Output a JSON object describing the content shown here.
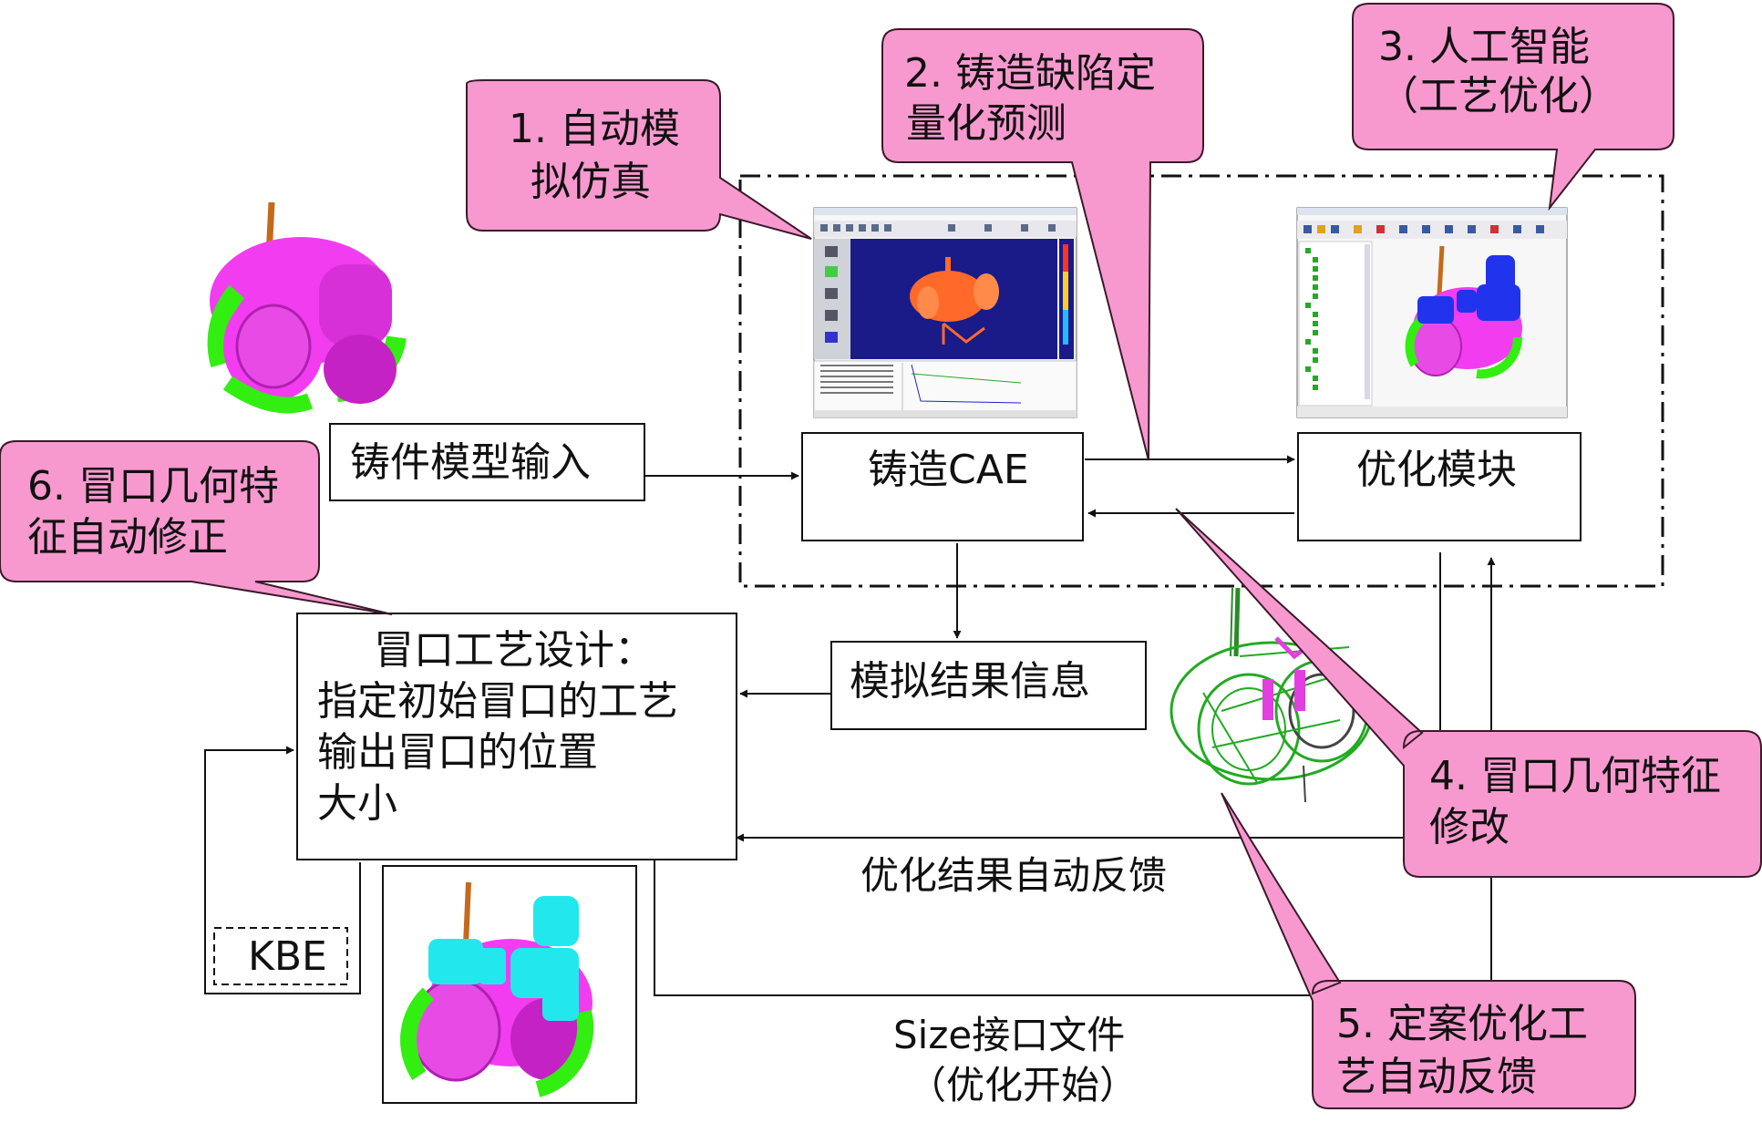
{
  "callouts": {
    "c1": [
      "1. 自动模",
      "拟仿真"
    ],
    "c2": [
      "2. 铸造缺陷定",
      "量化预测"
    ],
    "c3": [
      "3. 人工智能",
      "（工艺优化）"
    ],
    "c4": [
      "4. 冒口几何特征",
      "修改"
    ],
    "c5": [
      "5. 定案优化工",
      "艺自动反馈"
    ],
    "c6": [
      "6. 冒口几何特",
      "征自动修正"
    ]
  },
  "boxes": {
    "casting_input": "铸件模型输入",
    "casting_cae": "铸造CAE",
    "opt_module": "优化模块",
    "sim_result": "模拟结果信息",
    "riser_design": [
      "冒口工艺设计：",
      "指定初始冒口的工艺",
      "输出冒口的位置",
      "大小"
    ],
    "kbe": "KBE"
  },
  "labels": {
    "opt_feedback": "优化结果自动反馈",
    "size_file": [
      "Size接口文件",
      "（优化开始）"
    ]
  },
  "colors": {
    "callout_fill": "#f799cf",
    "callout_stroke": "#3a1a2a",
    "part_magenta": "#f23cf0",
    "part_green": "#33ee11",
    "riser_cyan": "#22e8ee",
    "riser_blue": "#2233ee",
    "sim_bg": "#1a1a88",
    "sim_part": "#ff6a2a"
  }
}
